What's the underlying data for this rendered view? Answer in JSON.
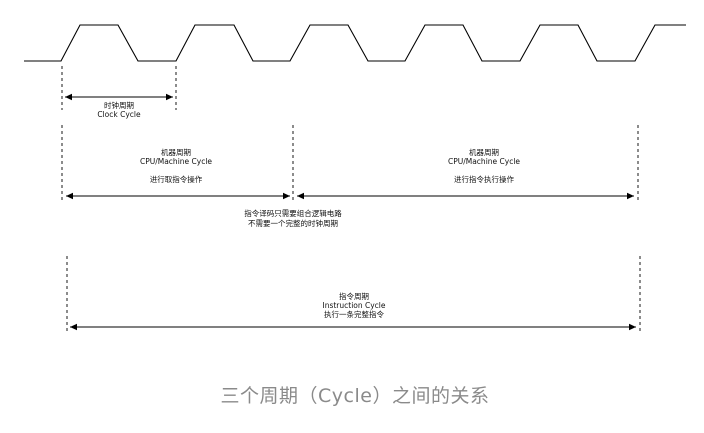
{
  "colors": {
    "line": "#000000",
    "text": "#111111",
    "caption": "#8a8a8a",
    "background": "#ffffff"
  },
  "clock": {
    "label_zh": "时钟周期",
    "label_en": "Clock Cycle"
  },
  "machine_cycle_left": {
    "label_zh": "机器周期",
    "label_en": "CPU/Machine Cycle",
    "desc": "进行取指令操作"
  },
  "machine_cycle_right": {
    "label_zh": "机器周期",
    "label_en": "CPU/Machine Cycle",
    "desc": "进行指令执行操作"
  },
  "decode_note": {
    "line1": "指令译码只需要组合逻辑电路",
    "line2": "不需要一个完整的时钟周期"
  },
  "instruction_cycle": {
    "label_zh": "指令周期",
    "label_en": "Instruction Cycle",
    "desc": "执行一条完整指令"
  },
  "caption": "三个周期（Cycle）之间的关系"
}
